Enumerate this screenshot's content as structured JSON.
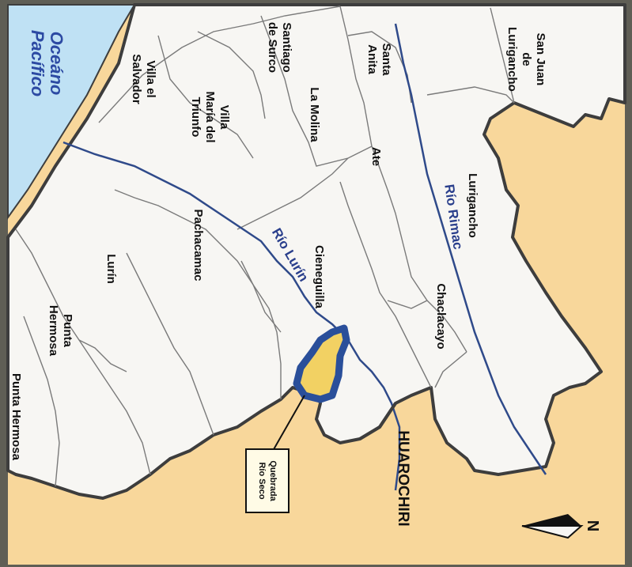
{
  "map": {
    "ocean_label_line1": "Oceáno",
    "ocean_label_line2": "Pacífico",
    "province_label": "HUAROCHIRI",
    "callout_line1": "Quebrada",
    "callout_line2": "Río Seco",
    "north_label": "N",
    "rivers": {
      "rimac": "Río Rimac",
      "lurin": "Río Lurín"
    },
    "districts": {
      "san_juan": [
        "San Juan",
        "de",
        "Lurigancho"
      ],
      "santa_anita": [
        "Santa",
        "Anita"
      ],
      "santiago_surco": [
        "Santiago",
        "de Surco"
      ],
      "villa_salvador": [
        "Villa el",
        "Salvador"
      ],
      "villa_maria": [
        "Villa",
        "María del",
        "Triunfo"
      ],
      "la_molina": "La Molina",
      "ate": "Ate",
      "lurigancho": "Lurigancho",
      "chaclacayo": "Chaclacayo",
      "cieneguilla": "Cieneguilla",
      "pachacamac": "Pachacamac",
      "lurin": "Lurín",
      "punta_hermosa_1": [
        "Punta",
        "Hermosa"
      ],
      "punta_hermosa_2": "Punta Hermosa"
    },
    "colors": {
      "land_lima": "#f7f6f3",
      "land_outside": "#f8d79b",
      "ocean": "#bfe1f4",
      "river": "#2f4a8a",
      "district_border": "#7a7a7a",
      "province_border": "#3d3d3d",
      "highlight": "#2a4f9a",
      "highlight_fill": "#f2d163"
    }
  }
}
